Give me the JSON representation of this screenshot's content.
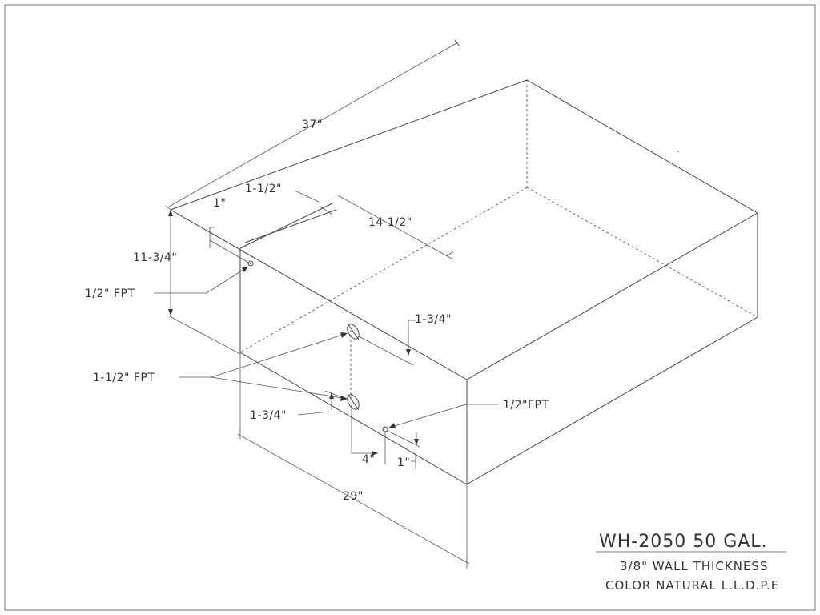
{
  "dimensions": {
    "length": "37\"",
    "width": "29\"",
    "height": "11-3/4\"",
    "top_offset": "1\"",
    "top_fitting_spacing": "1-1/2\"",
    "top_fitting_depth": "14 1/2\"",
    "upper_fitting_drop": "1-3/4\"",
    "lower_fitting_rise": "1-3/4\"",
    "fitting_spacing": "4\"",
    "bottom_fitting_height": "1\""
  },
  "callouts": {
    "half_inch_fpt_left": "1/2\" FPT",
    "one_half_inch_fpt": "1-1/2\" FPT",
    "half_inch_fpt_right": "1/2\"FPT"
  },
  "title_block": {
    "model": "WH-2050 50 GAL.",
    "wall_thickness": "3/8\" WALL THICKNESS",
    "material": "COLOR NATURAL L.L.D.P.E"
  }
}
